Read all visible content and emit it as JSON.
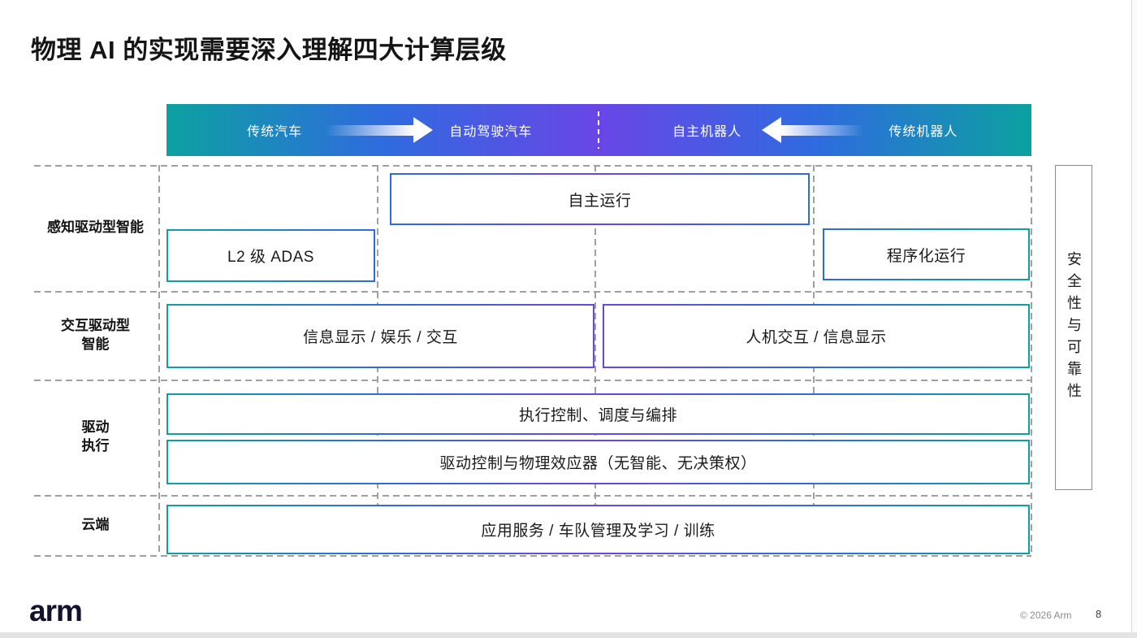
{
  "slide": {
    "title": "物理 AI 的实现需要深入理解四大计算层级",
    "logo_text": "arm",
    "copyright": "© 2026 Arm",
    "page_number": "8"
  },
  "colors": {
    "teal": "#0CA1A0",
    "blue": "#2F6BDF",
    "purple": "#6946E6",
    "grid_dash": "#a0a0a0"
  },
  "header_bar": {
    "labels": [
      "传统汽车",
      "自动驾驶汽车",
      "自主机器人",
      "传统机器人"
    ]
  },
  "row_labels": [
    "感知驱动型智能",
    "交互驱动型\n智能",
    "驱动\n执行",
    "云端"
  ],
  "boxes": {
    "autonomous_operation": "自主运行",
    "l2_adas": "L2 级 ADAS",
    "programmed_operation": "程序化运行",
    "info_display_entertainment": "信息显示 / 娱乐 / 交互",
    "hmi_info_display": "人机交互 / 信息显示",
    "execution_control": "执行控制、调度与编排",
    "drive_control": "驱动控制与物理效应器（无智能、无决策权）",
    "cloud_services": "应用服务 / 车队管理及学习 / 训练"
  },
  "safety_label": "安全性与可靠性"
}
